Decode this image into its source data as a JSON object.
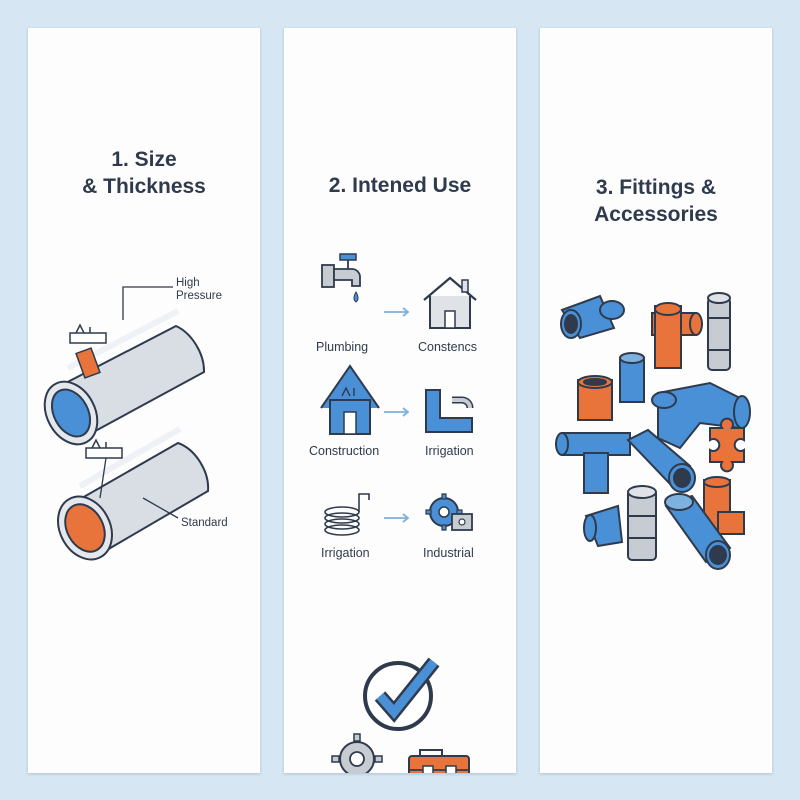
{
  "panels": {
    "size": {
      "title_line1": "1. Size",
      "title_line2": "& Thickness",
      "high_line1": "High",
      "high_line2": "Pressure",
      "standard": "Standard"
    },
    "use": {
      "title": "2. Intened Use",
      "rows": [
        {
          "left": "Plumbing",
          "right": "Constencs"
        },
        {
          "left": "Construction",
          "right": "Irrigation"
        },
        {
          "left": "Irrigation",
          "right": "Industrial"
        }
      ]
    },
    "fittings": {
      "title_line1": "3. Fittings &",
      "title_line2": "Accessories"
    }
  },
  "colors": {
    "background": "#d6e6f3",
    "blue": "#4a90d6",
    "orange": "#e8743b",
    "outline": "#2f3b4d",
    "gray": "#c7ccd3"
  }
}
